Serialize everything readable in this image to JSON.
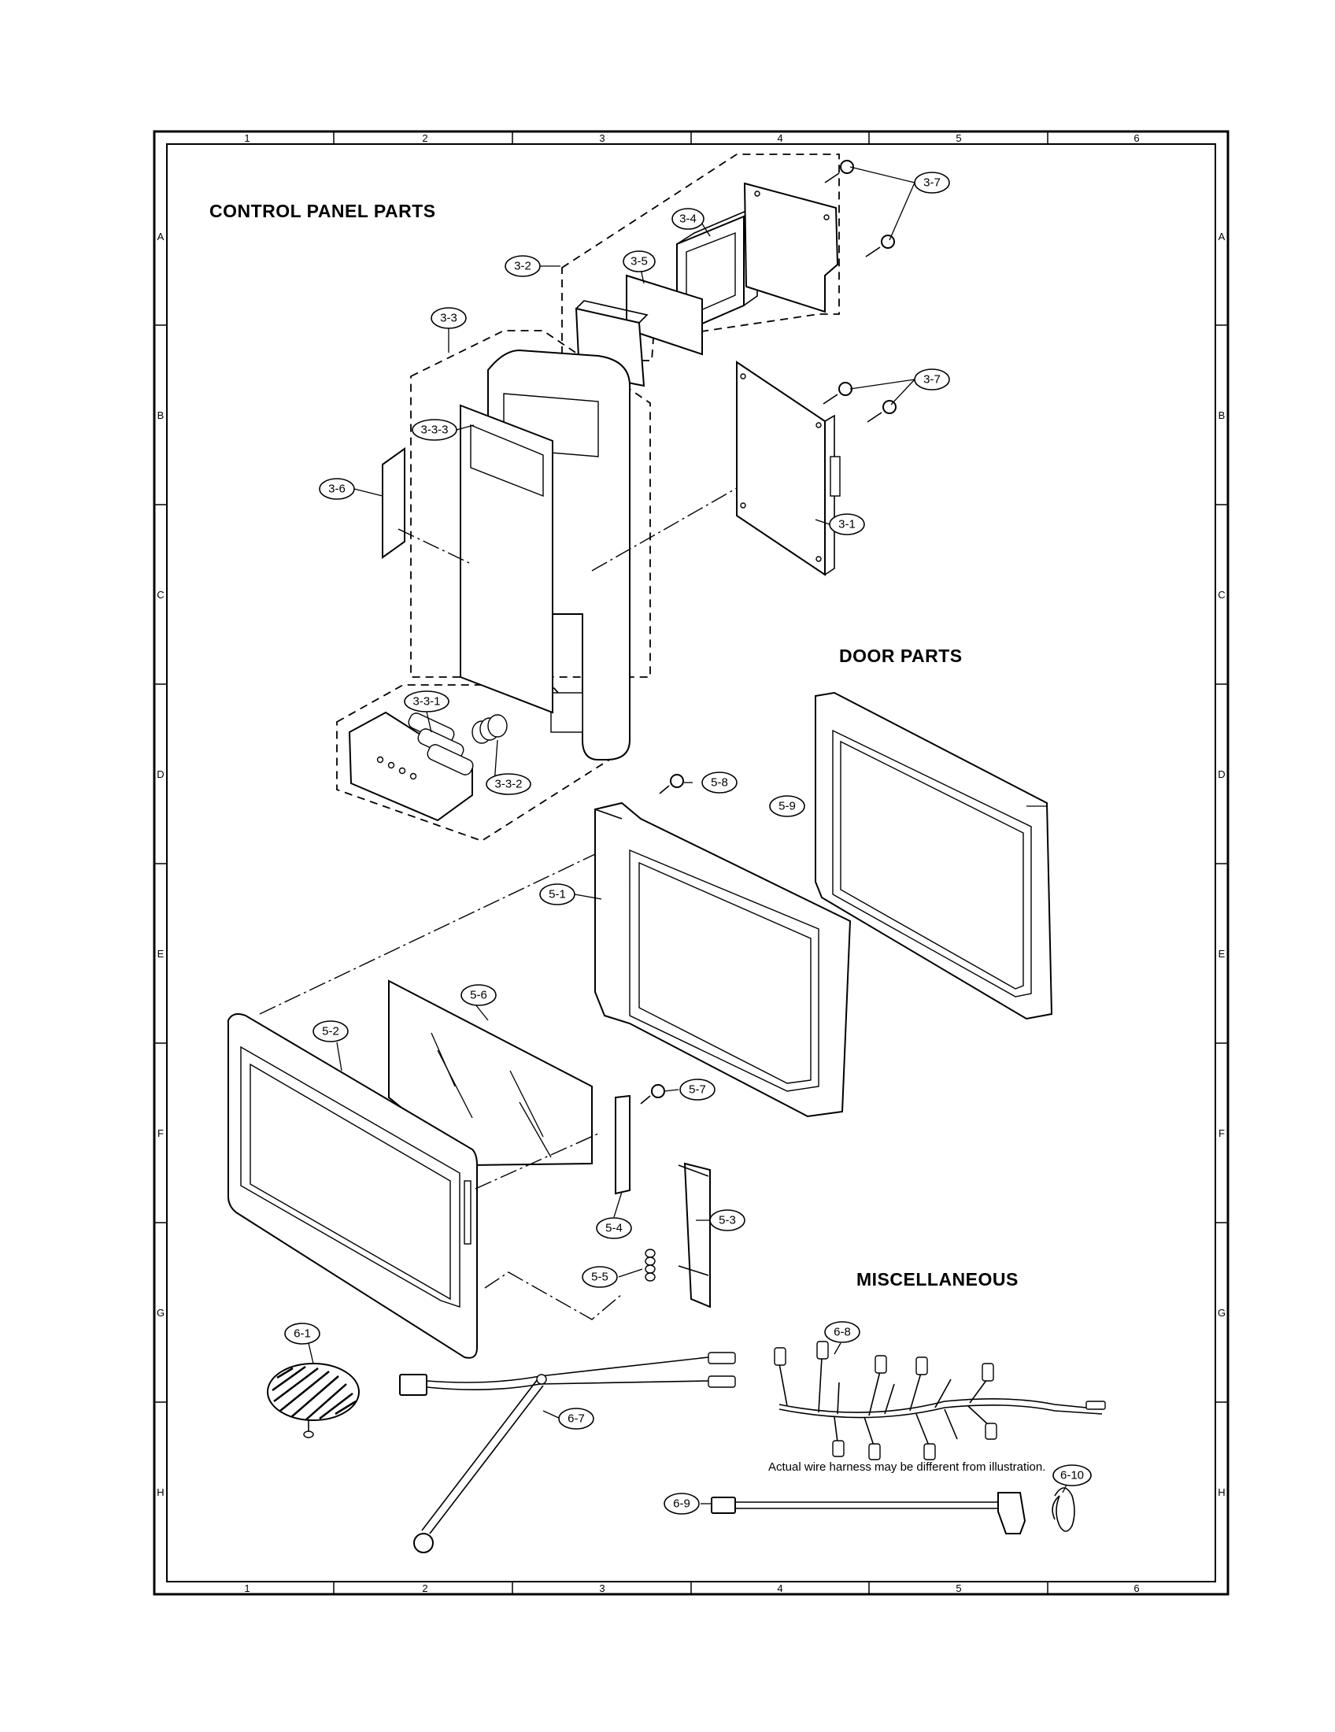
{
  "headings": {
    "control_panel": "CONTROL PANEL PARTS",
    "door": "DOOR PARTS",
    "misc": "MISCELLANEOUS"
  },
  "note": "Actual wire harness may be different from illustration.",
  "zones": {
    "columns": [
      "1",
      "2",
      "3",
      "4",
      "5",
      "6"
    ],
    "rows": [
      "A",
      "B",
      "C",
      "D",
      "E",
      "F",
      "G",
      "H"
    ]
  },
  "callouts": {
    "c3_1": "3-1",
    "c3_2": "3-2",
    "c3_3": "3-3",
    "c3_3_1": "3-3-1",
    "c3_3_2": "3-3-2",
    "c3_3_3": "3-3-3",
    "c3_4": "3-4",
    "c3_5": "3-5",
    "c3_6": "3-6",
    "c3_7a": "3-7",
    "c3_7b": "3-7",
    "c5_1": "5-1",
    "c5_2": "5-2",
    "c5_3": "5-3",
    "c5_4": "5-4",
    "c5_5": "5-5",
    "c5_6": "5-6",
    "c5_7": "5-7",
    "c5_8": "5-8",
    "c5_9": "5-9",
    "c6_1": "6-1",
    "c6_7": "6-7",
    "c6_8": "6-8",
    "c6_9": "6-9",
    "c6_10": "6-10"
  }
}
